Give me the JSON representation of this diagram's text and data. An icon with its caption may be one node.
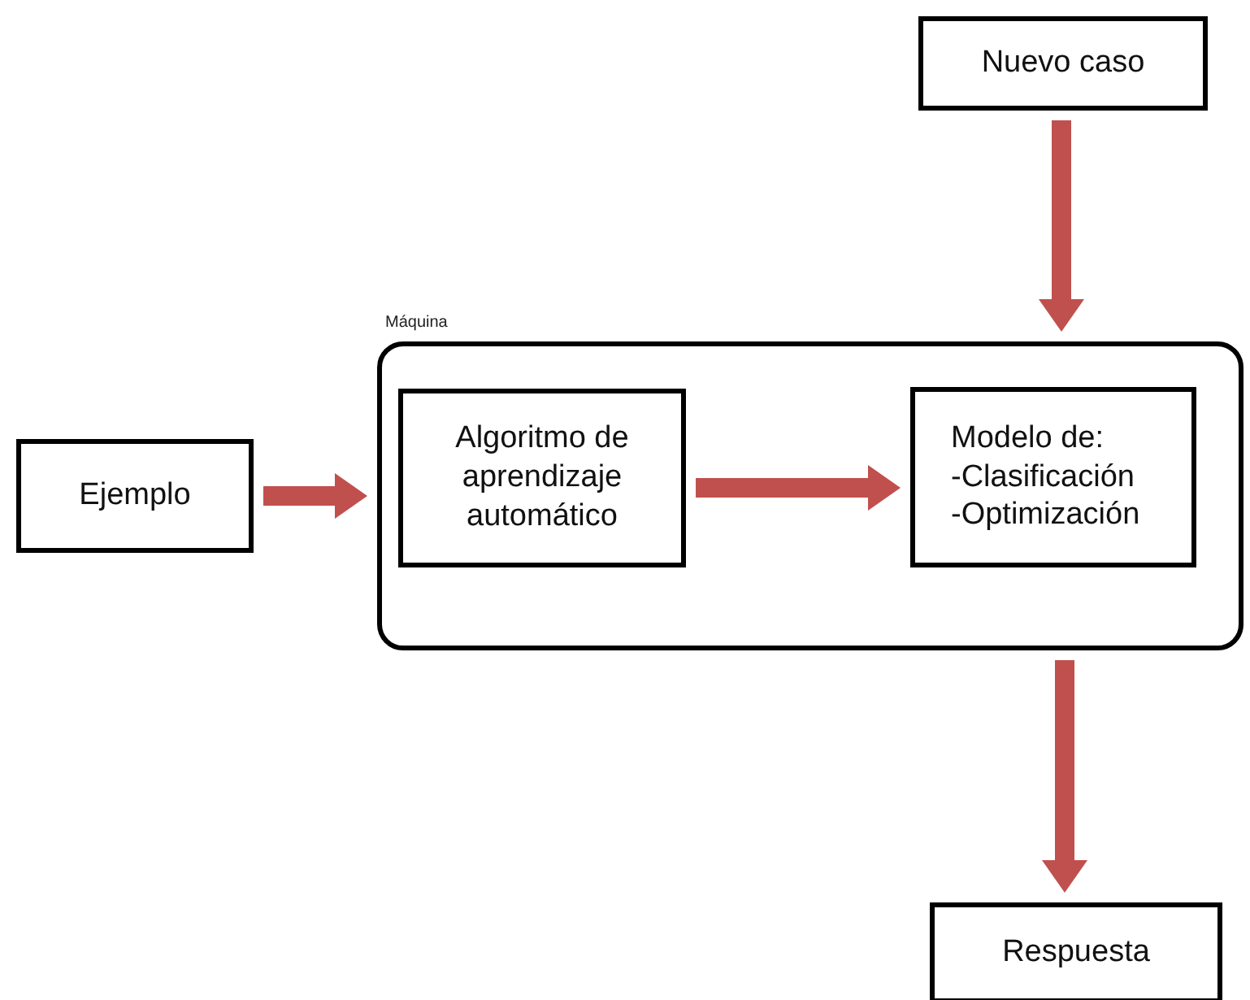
{
  "diagram": {
    "nodes": [
      {
        "text": [
          "Nuevo caso"
        ]
      },
      {
        "text": [
          "Máquina"
        ]
      },
      {
        "text": [
          "Ejemplo"
        ]
      },
      {
        "text": [
          "Algoritmo de aprendizaje automático"
        ],
        "in": 1
      },
      {
        "text": [
          "Modelo de: -Clasificación -Optimización"
        ],
        "in": 1
      },
      {
        "text": [
          "Respuesta"
        ]
      }
    ],
    "edges": [
      {
        "from": 0,
        "to": 1,
        "arrow": "to"
      },
      {
        "from": 2,
        "to": 1,
        "arrow": "to"
      },
      {
        "from": 3,
        "to": 4,
        "arrow": "to"
      },
      {
        "from": 1,
        "to": 5,
        "arrow": "to"
      }
    ]
  }
}
